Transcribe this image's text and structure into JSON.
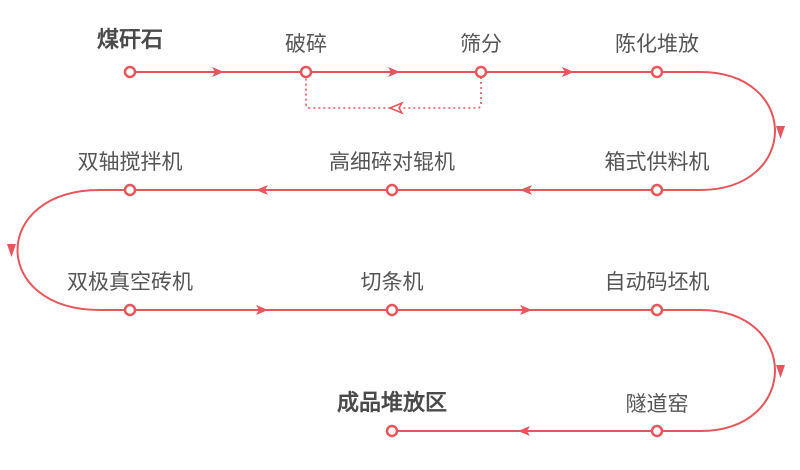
{
  "colors": {
    "line": "#e8555a",
    "text": "#555555"
  },
  "process": {
    "start": "煤矸石",
    "end": "成品堆放区",
    "steps": [
      "破碎",
      "筛分",
      "陈化堆放",
      "箱式供料机",
      "高细碎对辊机",
      "双轴搅拌机",
      "双极真空砖机",
      "切条机",
      "自动码坯机",
      "隧道窑"
    ]
  }
}
